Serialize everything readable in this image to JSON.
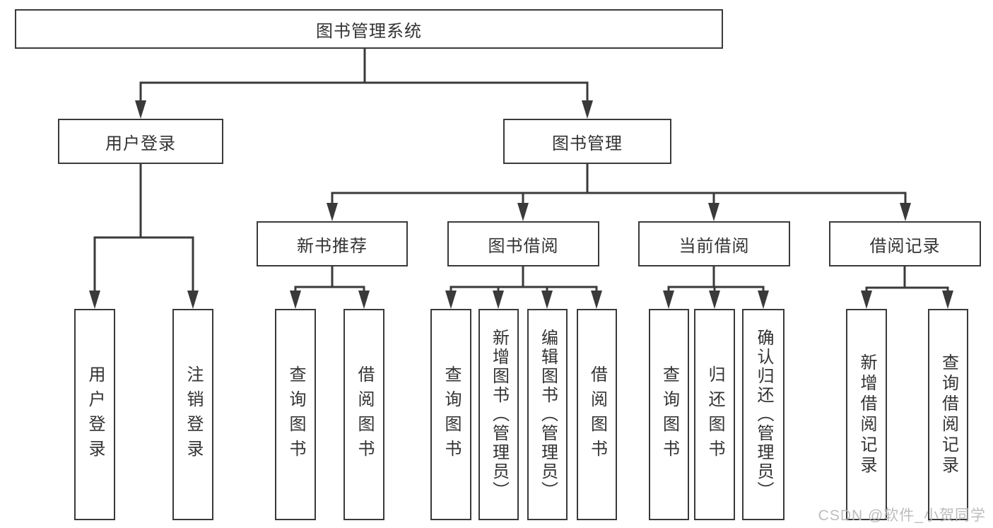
{
  "diagram": {
    "colors": {
      "line": "#3a3a3a",
      "box_border": "#3a3a3a",
      "text": "#333333",
      "background": "#ffffff",
      "watermark": "#b9b9b9"
    },
    "tree": {
      "label": "图书管理系统",
      "children": [
        {
          "label": "用户登录",
          "children": [
            {
              "label": "用户登录"
            },
            {
              "label": "注销登录"
            }
          ]
        },
        {
          "label": "图书管理",
          "children": [
            {
              "label": "新书推荐",
              "children": [
                {
                  "label": "查询图书"
                },
                {
                  "label": "借阅图书"
                }
              ]
            },
            {
              "label": "图书借阅",
              "children": [
                {
                  "label": "查询图书"
                },
                {
                  "label": "新增图书（管理员）"
                },
                {
                  "label": "编辑图书（管理员）"
                },
                {
                  "label": "借阅图书"
                }
              ]
            },
            {
              "label": "当前借阅",
              "children": [
                {
                  "label": "查询图书"
                },
                {
                  "label": "归还图书"
                },
                {
                  "label": "确认归还（管理员）"
                }
              ]
            },
            {
              "label": "借阅记录",
              "children": [
                {
                  "label": "新增借阅记录"
                },
                {
                  "label": "查询借阅记录"
                }
              ]
            }
          ]
        }
      ]
    },
    "watermark": {
      "text": "CSDN @软件_小贺同学"
    }
  }
}
